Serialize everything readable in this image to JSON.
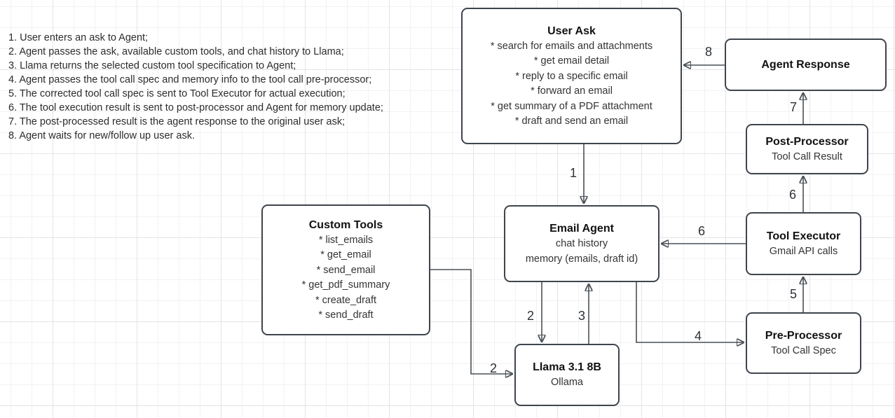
{
  "diagram": {
    "steps": [
      "1. User enters an ask to Agent;",
      "2. Agent passes the ask, available custom tools, and chat history to Llama;",
      "3. Llama returns the selected custom tool specification to Agent;",
      "4. Agent passes the tool call spec and memory info to the tool call pre-processor;",
      "5. The corrected tool call spec is sent to Tool Executor for actual execution;",
      "6. The tool execution result is sent to post-processor and Agent for memory update;",
      "7. The post-processed result is the agent response to the original user ask;",
      "8. Agent waits for new/follow up user ask."
    ],
    "boxes": {
      "user_ask": {
        "title": "User Ask",
        "items": [
          "* search for emails and attachments",
          "* get email detail",
          "* reply to a specific email",
          "* forward an email",
          "* get summary of a PDF attachment",
          "* draft and send an email"
        ]
      },
      "agent_response": {
        "title": "Agent Response"
      },
      "post_processor": {
        "title": "Post-Processor",
        "subtitle": "Tool Call Result"
      },
      "tool_executor": {
        "title": "Tool Executor",
        "subtitle": "Gmail API calls"
      },
      "pre_processor": {
        "title": "Pre-Processor",
        "subtitle": "Tool Call Spec"
      },
      "email_agent": {
        "title": "Email Agent",
        "lines": [
          "chat history",
          "memory (emails, draft id)"
        ]
      },
      "custom_tools": {
        "title": "Custom Tools",
        "items": [
          "* list_emails",
          "* get_email",
          "* send_email",
          "* get_pdf_summary",
          "* create_draft",
          "* send_draft"
        ]
      },
      "llama": {
        "title": "Llama 3.1 8B",
        "subtitle": "Ollama"
      }
    },
    "edge_labels": {
      "e1": "1",
      "e2a": "2",
      "e2b": "2",
      "e3": "3",
      "e4": "4",
      "e5": "5",
      "e6a": "6",
      "e6b": "6",
      "e7": "7",
      "e8": "8"
    },
    "colors": {
      "node_border": "#3e454d",
      "edge_line": "#4a5056",
      "grid_minor": "#f2f2f2",
      "grid_major": "#e4e4e4",
      "text": "#1f1f1f"
    }
  }
}
